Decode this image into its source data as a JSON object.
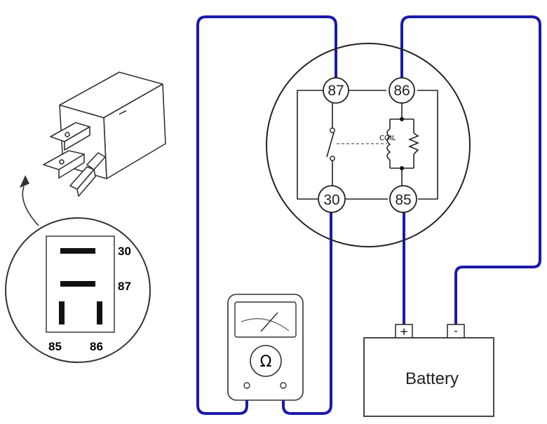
{
  "relay_pins": {
    "p87": "87",
    "p86": "86",
    "p30": "30",
    "p85": "85"
  },
  "socket_pins": {
    "p30": "30",
    "p87": "87",
    "p85": "85",
    "p86": "86"
  },
  "meter": {
    "ohm_symbol": "Ω"
  },
  "battery": {
    "label": "Battery",
    "plus": "+",
    "minus": "-"
  },
  "colors": {
    "wire": "#1a1aa8",
    "line": "#222222"
  },
  "icons": {
    "relay": "relay-icon",
    "meter": "ohmmeter-icon",
    "battery": "battery-icon"
  }
}
